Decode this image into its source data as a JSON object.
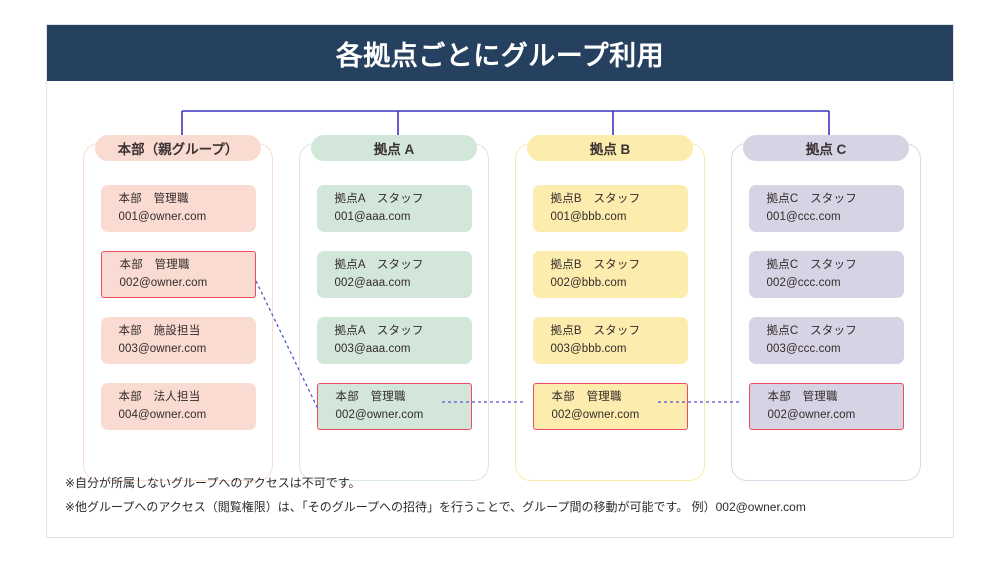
{
  "header": {
    "title": "各拠点ごとにグループ利用"
  },
  "colors": {
    "header_bg": "#25415f",
    "pink": "#fadbd1",
    "green": "#d3e6da",
    "yellow": "#fcecad",
    "purple": "#d6d3e4",
    "highlight_border": "#ef4b60",
    "connector": "#3b33c4"
  },
  "columns": [
    {
      "header": "本部（親グループ）",
      "theme": "pink",
      "cells": [
        {
          "role": "本部　管理職",
          "mail": "001@owner.com",
          "highlight": false
        },
        {
          "role": "本部　管理職",
          "mail": "002@owner.com",
          "highlight": true
        },
        {
          "role": "本部　施設担当",
          "mail": "003@owner.com",
          "highlight": false
        },
        {
          "role": "本部　法人担当",
          "mail": "004@owner.com",
          "highlight": false
        }
      ]
    },
    {
      "header": "拠点 A",
      "theme": "green",
      "cells": [
        {
          "role": "拠点A　スタッフ",
          "mail": "001@aaa.com",
          "highlight": false
        },
        {
          "role": "拠点A　スタッフ",
          "mail": "002@aaa.com",
          "highlight": false
        },
        {
          "role": "拠点A　スタッフ",
          "mail": "003@aaa.com",
          "highlight": false
        },
        {
          "role": "本部　管理職",
          "mail": "002@owner.com",
          "highlight": true
        }
      ]
    },
    {
      "header": "拠点 B",
      "theme": "yellow",
      "cells": [
        {
          "role": "拠点B　スタッフ",
          "mail": "001@bbb.com",
          "highlight": false
        },
        {
          "role": "拠点B　スタッフ",
          "mail": "002@bbb.com",
          "highlight": false
        },
        {
          "role": "拠点B　スタッフ",
          "mail": "003@bbb.com",
          "highlight": false
        },
        {
          "role": "本部　管理職",
          "mail": "002@owner.com",
          "highlight": true
        }
      ]
    },
    {
      "header": "拠点 C",
      "theme": "purple",
      "cells": [
        {
          "role": "拠点C　スタッフ",
          "mail": "001@ccc.com",
          "highlight": false
        },
        {
          "role": "拠点C　スタッフ",
          "mail": "002@ccc.com",
          "highlight": false
        },
        {
          "role": "拠点C　スタッフ",
          "mail": "003@ccc.com",
          "highlight": false
        },
        {
          "role": "本部　管理職",
          "mail": "002@owner.com",
          "highlight": true
        }
      ]
    }
  ],
  "notes": [
    "※自分が所属しないグループへのアクセスは不可です。",
    "※他グループへのアクセス（閲覧権限）は、「そのグループへの招待」を行うことで、グループ間の移動が可能です。 例）002@owner.com"
  ]
}
